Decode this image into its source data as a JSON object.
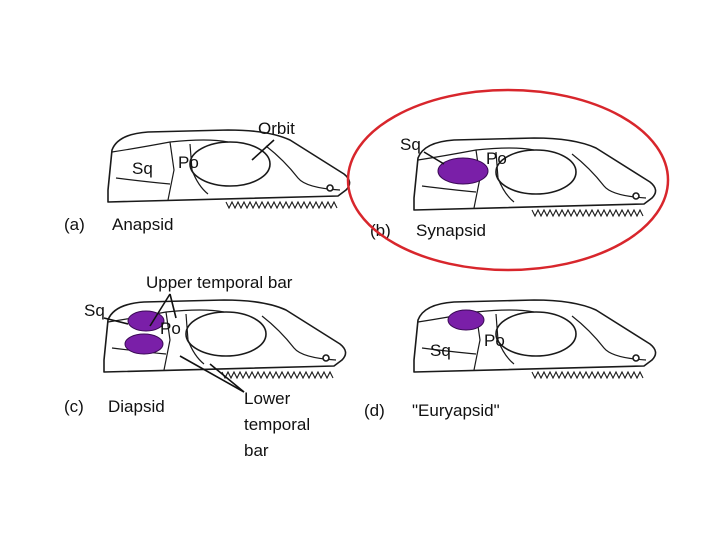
{
  "panels": {
    "a": {
      "letter": "(a)",
      "name": "Anapsid",
      "labels": {
        "orbit": "Orbit",
        "sq": "Sq",
        "po": "Po"
      }
    },
    "b": {
      "letter": "(b)",
      "name": "Synapsid",
      "labels": {
        "sq": "Sq",
        "po": "Po"
      }
    },
    "c": {
      "letter": "(c)",
      "name": "Diapsid",
      "labels": {
        "upper_bar": "Upper temporal bar",
        "sq": "Sq",
        "po": "Po",
        "lower_bar_1": "Lower",
        "lower_bar_2": "temporal",
        "lower_bar_3": "bar"
      }
    },
    "d": {
      "letter": "(d)",
      "name": "\"Euryapsid\"",
      "labels": {
        "sq": "Sq",
        "po": "Po"
      }
    }
  },
  "colors": {
    "fenestra": "#7a1fa8",
    "highlight_ring": "#d8262c"
  }
}
